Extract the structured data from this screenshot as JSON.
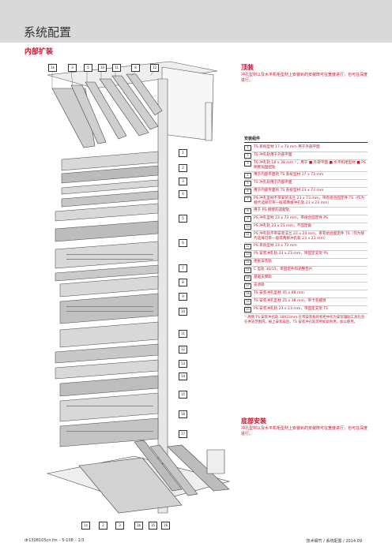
{
  "page": {
    "title": "系统配置",
    "section": "内部扩装"
  },
  "callouts_top": [
    "1k",
    "3",
    "5",
    "10",
    "11",
    "8",
    "12"
  ],
  "callouts_side": [
    "1",
    "2",
    "3",
    "4",
    "5",
    "6",
    "7",
    "8",
    "9",
    "10",
    "11",
    "12",
    "13",
    "14",
    "15",
    "16",
    "17"
  ],
  "callouts_bottom": [
    "1a",
    "2",
    "3",
    "1b",
    "15",
    "16"
  ],
  "top": {
    "title": "顶装",
    "desc": "冲孔型材以及水平机柜型材上安装轨的安装既可在宽度进行，也可在深度进行。"
  },
  "parts": {
    "heading": "安装组件",
    "rows": [
      {
        "n": "1",
        "t": "TS 系统型材 17 x 73 mm 用于外部平面"
      },
      {
        "n": "2",
        "t": "TS 冲孔轨用于外部平面"
      },
      {
        "n": "3",
        "t": "TS 冲孔轨 18 x 38 mm ¹⁾，用于 ■ 外部平面 ■ 水平机柜型材 ■ PS 侧壁加固配轨"
      },
      {
        "n": "4",
        "t": "用于内部平面的 TS 系统型材 17 x 73 mm"
      },
      {
        "n": "5",
        "t": "TS 冲孔轨用于内部平面"
      },
      {
        "n": "6",
        "t": "用于内部平面的 TS 系统型材 23 x 73 mm"
      },
      {
        "n": "7",
        "t": "PS 冲孔型材不带安装法兰 23 x 73 mm，带有组合固定件 TS（作为替代选择可带一般或两根冲孔轨 23 x 23 mm）"
      },
      {
        "n": "8",
        "t": "用于 PS 侧壁的适配轨"
      },
      {
        "n": "9",
        "t": "PS 冲孔型材 23 x 73 mm，带组合固定件 PS"
      },
      {
        "n": "10",
        "t": "PS 冲孔轨 23 x 23 mm，不固定角"
      },
      {
        "n": "11",
        "t": "PS 冲孔轨不带安装法兰 23 x 23 mm，带有组合固定件 TS（作为替代选择可带一般或两根冲孔轨 23 x 23 mm）"
      },
      {
        "n": "12",
        "t": "PS 系统型材 23 x 73 mm"
      },
      {
        "n": "13",
        "t": "PS 安装冲孔轨 23 x 23 mm，带固定支架 PS"
      },
      {
        "n": "14",
        "t": "柜板安装轨"
      },
      {
        "n": "15",
        "t": "C 型轨 30/15，带固定件和调整垫片"
      },
      {
        "n": "16",
        "t": "基础支撑轨"
      },
      {
        "n": "17",
        "t": "支承轨"
      },
      {
        "n": "18",
        "t": "TS 安装冲孔型材 45 x 88 mm"
      },
      {
        "n": "19",
        "t": "TS 安装冲孔型材 25 x 38 mm，带卡装螺母"
      },
      {
        "n": "20",
        "t": "PS 安装冲孔轨 23 x 23 mm，带固定支架 TS"
      }
    ],
    "footnote": "¹⁾ 两侧 TS 安装冲孔轨 18X23mm 在带安装板的机柜中作为安装辅助工具包含在供货范围内。被上安装扁后，TS 安装冲孔轨可用如此利用，加以使用。"
  },
  "bottom": {
    "title": "底部安装",
    "desc": "冲孔型材以及水平机柜型材上安装轨的安装既可在宽度进行，也可在深度进行。"
  },
  "footer": {
    "left": "dr1308105cn.fm – 5-108 – 1/3",
    "right": "技术细节 / 系统配置 / 2014.09"
  }
}
